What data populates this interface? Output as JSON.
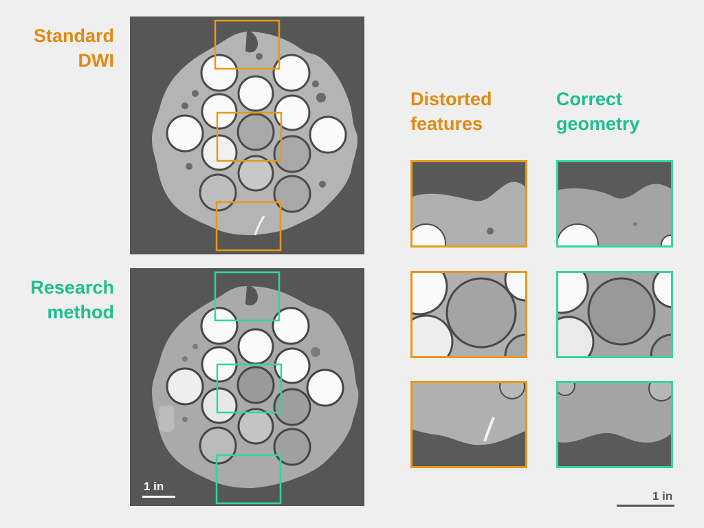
{
  "labels": {
    "standard": "Standard\nDWI",
    "research": "Research\nmethod",
    "distorted": "Distorted\nfeatures",
    "correct": "Correct\ngeometry"
  },
  "scale_bars": {
    "panel": "1 in",
    "crops": "1 in"
  },
  "colors": {
    "orange": "#e08a12",
    "teal": "#1dbf8c",
    "background": "#efefef"
  }
}
